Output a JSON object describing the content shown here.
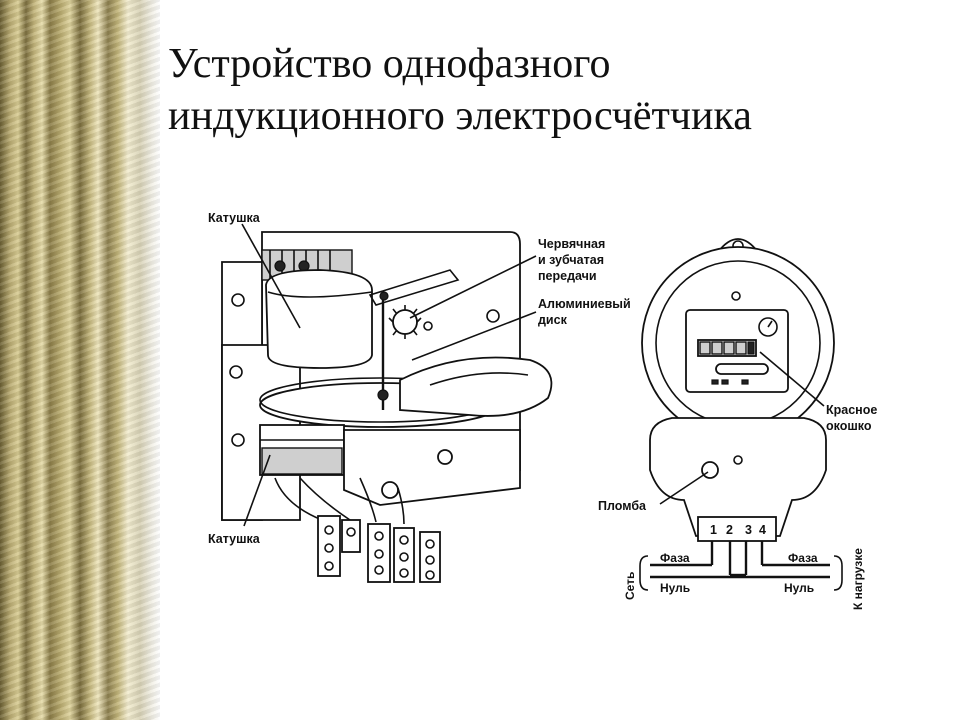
{
  "title": {
    "line1": "Устройство однофазного",
    "line2": "индукционного электросчётчика"
  },
  "left_diagram": {
    "labels": {
      "coil_top": "Катушка",
      "gears_line1": "Червячная",
      "gears_line2": "и зубчатая",
      "gears_line3": "передачи",
      "disk_line1": "Алюминиевый",
      "disk_line2": "диск",
      "coil_bottom": "Катушка"
    }
  },
  "right_diagram": {
    "labels": {
      "red_window_line1": "Красное",
      "red_window_line2": "окошко",
      "seal": "Пломба",
      "terminal_1": "1",
      "terminal_2": "2",
      "terminal_3": "3",
      "terminal_4": "4",
      "network": "Сеть",
      "phase_left": "Фаза",
      "neutral_left": "Нуль",
      "phase_right": "Фаза",
      "neutral_right": "Нуль",
      "to_load": "К нагрузке"
    }
  }
}
